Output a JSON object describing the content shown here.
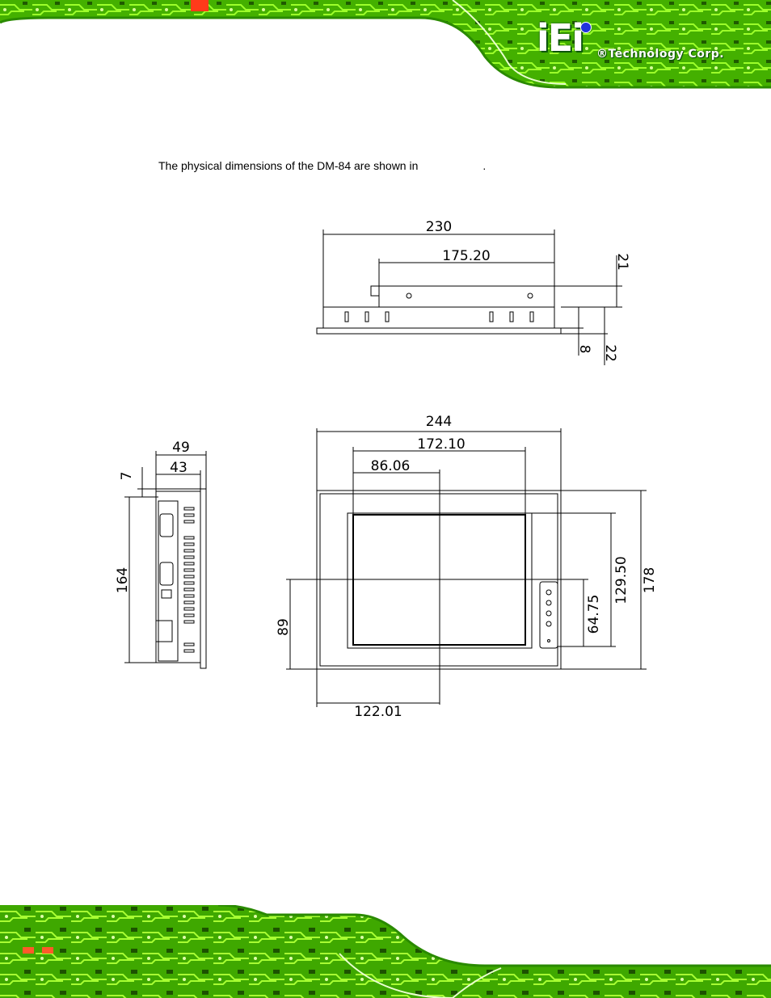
{
  "header": {
    "logo": {
      "mark": "iEi",
      "text": "®Technology Corp."
    }
  },
  "intro": {
    "text_before": "The physical dimensions of the DM-84 are shown in",
    "text_after": "."
  },
  "top_view": {
    "dim_width": "230",
    "dim_depth": "175.20",
    "dim_height_body": "21",
    "dim_bezel": "8",
    "dim_total_height": "22"
  },
  "side_view": {
    "dim_depth": "49",
    "dim_body_depth": "43",
    "dim_offset": "7",
    "dim_height": "164"
  },
  "front_view": {
    "dim_width": "244",
    "dim_screen_width": "172.10",
    "dim_screen_half": "86.06",
    "dim_center_x": "122.01",
    "dim_height": "178",
    "dim_screen_height": "129.50",
    "dim_screen_half_height": "64.75",
    "dim_center_y": "89"
  }
}
